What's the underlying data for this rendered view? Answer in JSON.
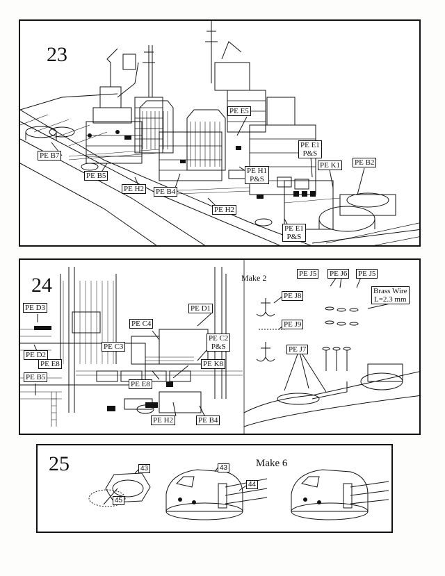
{
  "steps": [
    {
      "number": "23",
      "callouts": {
        "pe_e5": "PE E5",
        "pe_e1_top": "PE E1",
        "pe_e1_top_ps": "P&S",
        "pe_k1": "PE K1",
        "pe_b2": "PE B2",
        "pe_b7": "PE B7",
        "pe_b5": "PE B5",
        "pe_h1": "PE H1",
        "pe_h1_ps": "P&S",
        "pe_h2_a": "PE H2",
        "pe_b4": "PE B4",
        "pe_h2_b": "PE H2",
        "pe_e1_bottom": "PE E1",
        "pe_e1_bottom_ps": "P&S"
      }
    },
    {
      "number": "24",
      "make_note": "Make 2",
      "brass_wire": "Brass Wire",
      "brass_wire_len": "L=2.3 mm",
      "callouts": {
        "pe_d3": "PE D3",
        "pe_c4": "PE C4",
        "pe_d1": "PE D1",
        "pe_d2": "PE D2",
        "pe_e8_a": "PE E8",
        "pe_c3": "PE C3",
        "pe_c2": "PE C2",
        "pe_c2_ps": "P&S",
        "pe_k8": "PE K8",
        "pe_b5": "PE B5",
        "pe_e8_b": "PE E8",
        "pe_h2": "PE H2",
        "pe_b4": "PE B4",
        "pe_j8": "PE J8",
        "pe_j9": "PE J9",
        "pe_j5_a": "PE J5",
        "pe_j6": "PE J6",
        "pe_j5_b": "PE J5",
        "pe_j7": "PE J7"
      }
    },
    {
      "number": "25",
      "make_note": "Make 6",
      "parts": {
        "p43_a": "43",
        "p45": "45",
        "p43_b": "43",
        "p44": "44"
      }
    }
  ]
}
